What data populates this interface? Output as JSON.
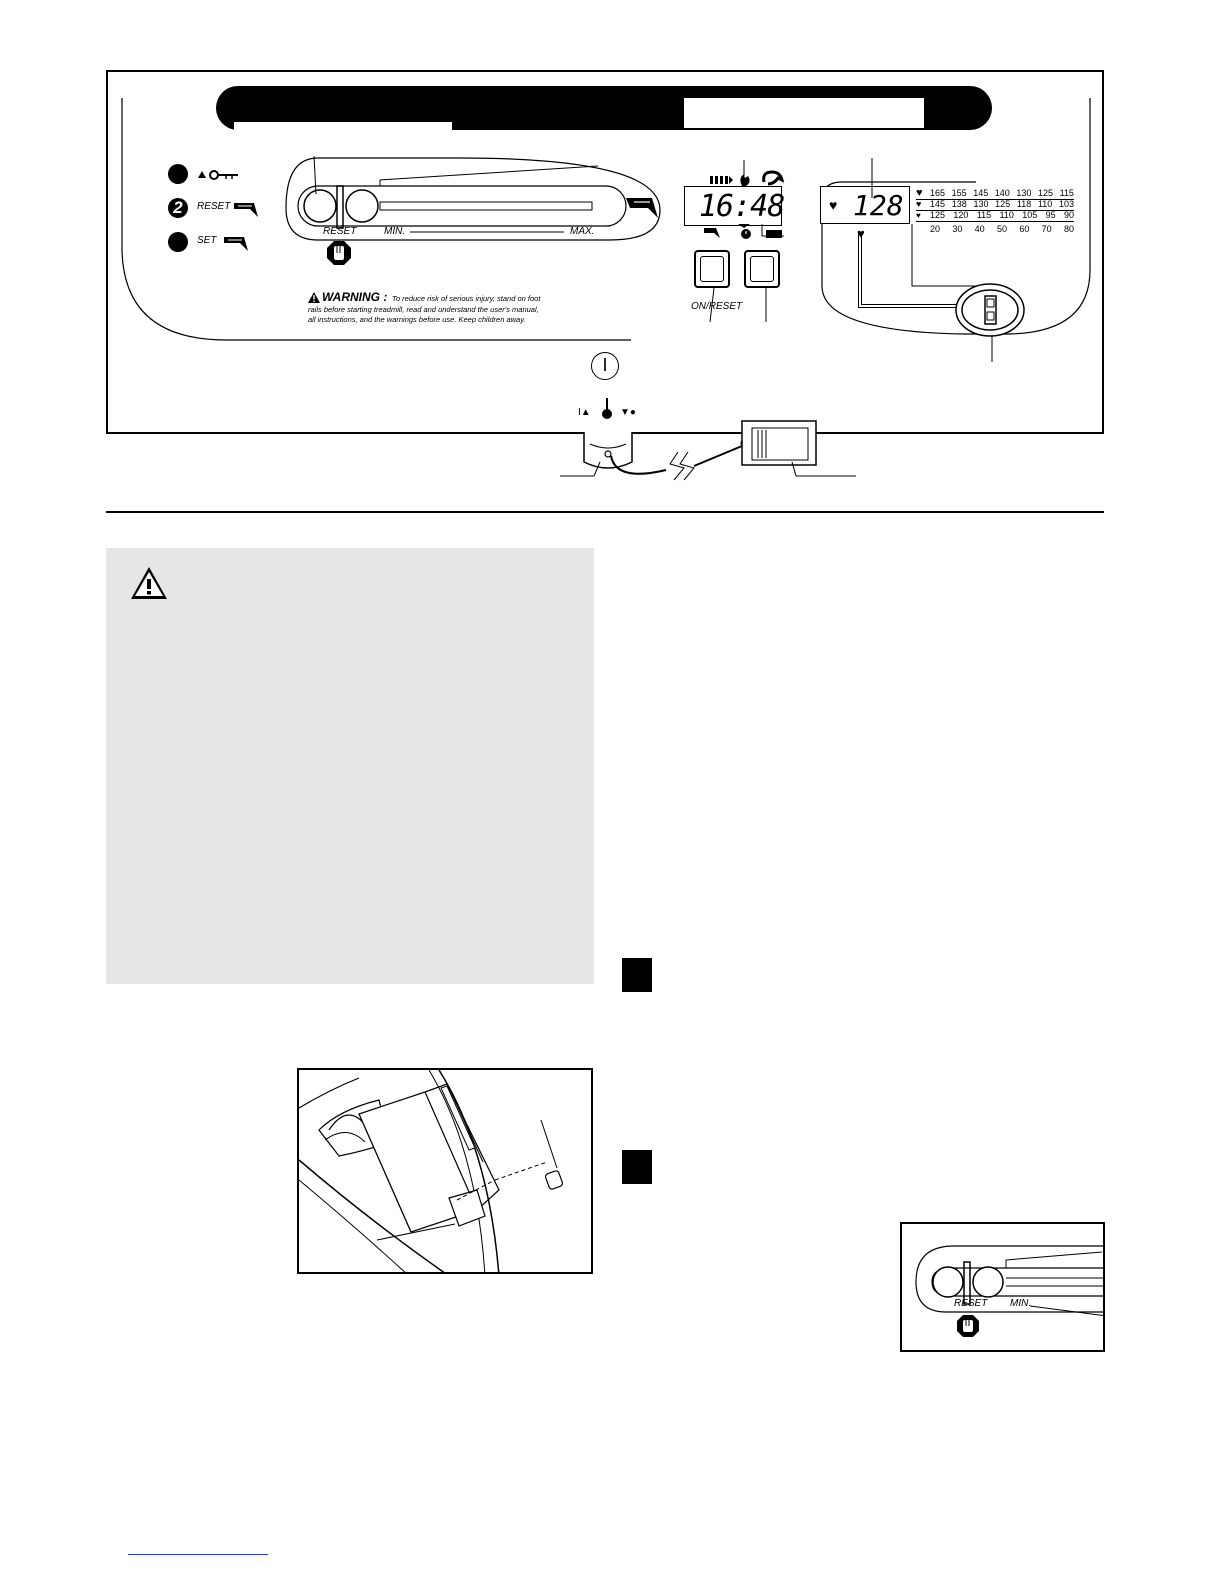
{
  "console_panel": {
    "steps": [
      {
        "number": "",
        "icon": "key-icon"
      },
      {
        "number": "2",
        "label": "RESET",
        "icon": "speed-icon"
      },
      {
        "number": "",
        "label": "SET",
        "icon": "speed-icon"
      }
    ],
    "speed_slider": {
      "reset_label": "RESET",
      "min_label": "MIN.",
      "max_label": "MAX.",
      "icon": "speed-icon",
      "stop_icon": "hand-stop-icon"
    },
    "warning": {
      "icon": "warning-triangle-icon",
      "title": "WARNING :",
      "lead": "To reduce risk of serious injury, stand on foot",
      "line2": "rails before starting treadmill, read and understand the user's manual,",
      "line3": "all instructions, and the warnings before use.  Keep children away."
    },
    "display": {
      "value": "16:48",
      "on_reset_label": "ON/RESET"
    },
    "heart_rate": {
      "value": "128",
      "table": [
        [
          "165",
          "155",
          "145",
          "140",
          "130",
          "125",
          "115"
        ],
        [
          "145",
          "138",
          "130",
          "125",
          "118",
          "110",
          "103"
        ],
        [
          "125",
          "120",
          "115",
          "110",
          "105",
          "95",
          "90"
        ]
      ],
      "ages": [
        "20",
        "30",
        "40",
        "50",
        "60",
        "70",
        "80"
      ]
    },
    "power_symbol": "I",
    "key_positions": {
      "left": "I▲",
      "right": "▼●"
    }
  },
  "inset": {
    "reset_label": "RESET",
    "min_label": "MIN."
  },
  "colors": {
    "ink": "#000000",
    "warning_box": "#e6e6e6",
    "footer_link": "#2a3bd6"
  }
}
